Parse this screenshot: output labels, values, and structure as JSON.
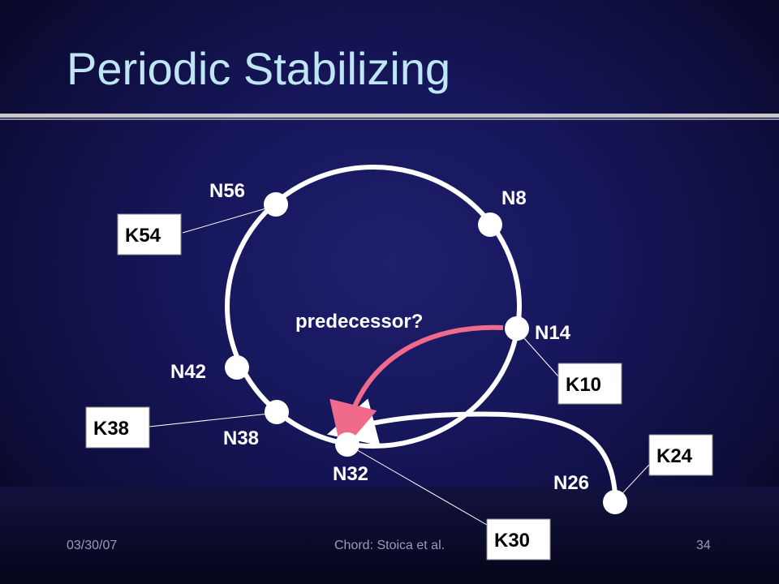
{
  "slide": {
    "title": "Periodic Stabilizing",
    "question": "predecessor?"
  },
  "nodes": {
    "n56": "N56",
    "n8": "N8",
    "n14": "N14",
    "n42": "N42",
    "n38": "N38",
    "n32": "N32",
    "n26": "N26"
  },
  "keys": {
    "k54": "K54",
    "k10": "K10",
    "k38": "K38",
    "k24": "K24",
    "k30": "K30"
  },
  "footer": {
    "date": "03/30/07",
    "source": "Chord: Stoica et al.",
    "page": "34"
  },
  "colors": {
    "ring": "#ffffff",
    "query_arrow": "#f06a8c",
    "title": "#bfe6f5"
  }
}
